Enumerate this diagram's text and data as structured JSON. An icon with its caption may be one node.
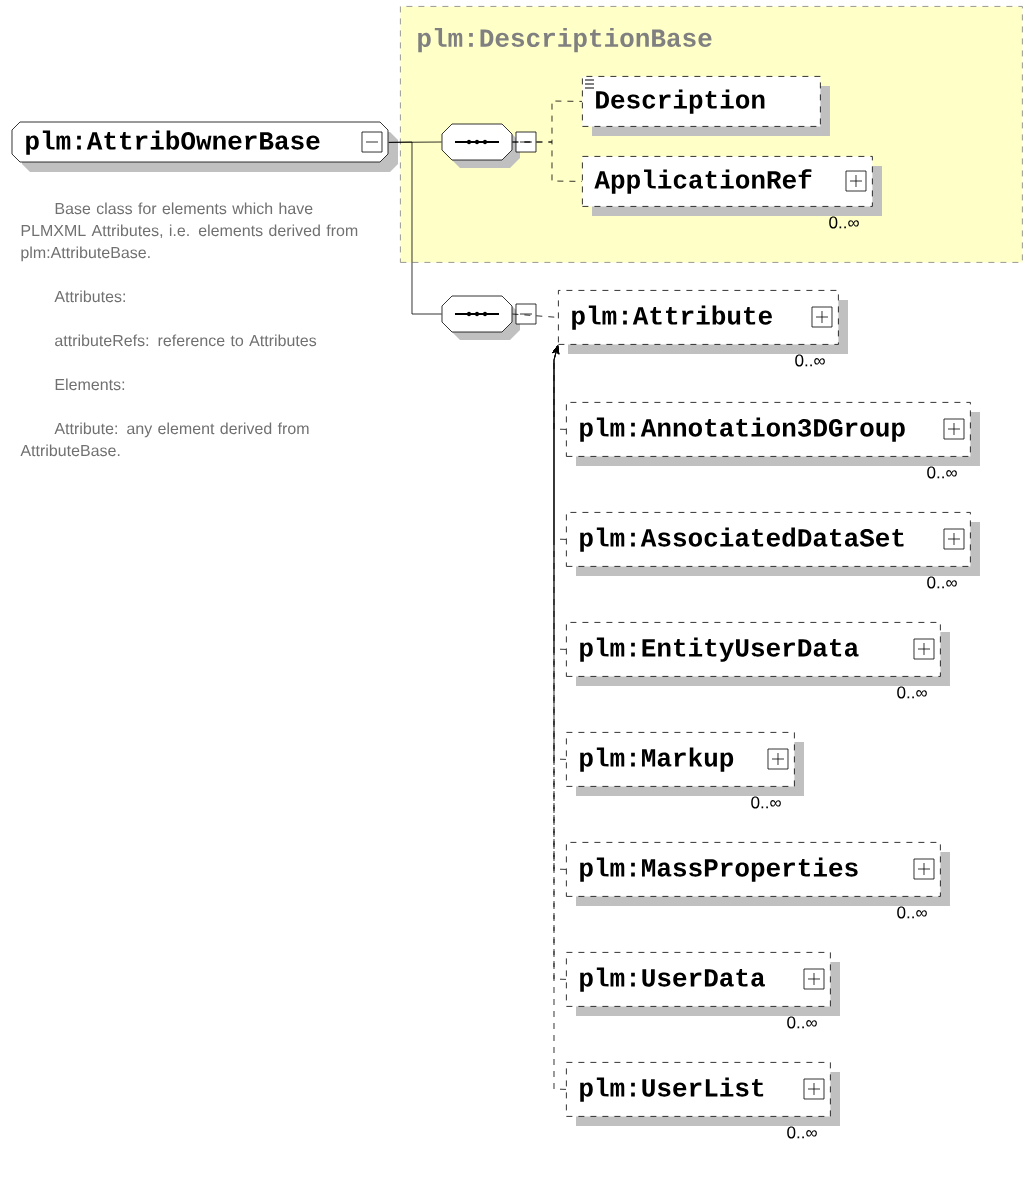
{
  "diagram": {
    "nodes": [
      {
        "text": [
          "plm:AttribOwnerBase"
        ],
        "beside": [
          "Base class for elements which have PLMXML Attributes, i.e. elements derived from plm:AttributeBase.",
          "Attributes:",
          "attributeRefs: reference to Attributes",
          "Elements:",
          "Attribute: any element derived from AttributeBase."
        ]
      },
      {
        "text": [
          "plm:DescriptionBase"
        ]
      },
      {
        "text": [],
        "shape": "octagon",
        "in": 1
      },
      {
        "text": [
          "Description"
        ],
        "in": 1
      },
      {
        "text": [
          "ApplicationRef"
        ],
        "in": 1,
        "beside": [
          "0..∞"
        ]
      },
      {
        "text": [],
        "shape": "octagon"
      },
      {
        "text": [
          "plm:Attribute"
        ],
        "beside": [
          "0..∞"
        ]
      },
      {
        "text": [
          "plm:Annotation3DGroup"
        ],
        "beside": [
          "0..∞"
        ]
      },
      {
        "text": [
          "plm:AssociatedDataSet"
        ],
        "beside": [
          "0..∞"
        ]
      },
      {
        "text": [
          "plm:EntityUserData"
        ],
        "beside": [
          "0..∞"
        ]
      },
      {
        "text": [
          "plm:Markup"
        ],
        "beside": [
          "0..∞"
        ]
      },
      {
        "text": [
          "plm:MassProperties"
        ],
        "beside": [
          "0..∞"
        ]
      },
      {
        "text": [
          "plm:UserData"
        ],
        "beside": [
          "0..∞"
        ]
      },
      {
        "text": [
          "plm:UserList"
        ],
        "beside": [
          "0..∞"
        ]
      }
    ],
    "edges": [
      {
        "from": 0,
        "to": 2,
        "arrow": "none"
      },
      {
        "from": 0,
        "to": 5,
        "arrow": "none"
      },
      {
        "from": 2,
        "to": 3,
        "arrow": "none",
        "style": "dashed"
      },
      {
        "from": 2,
        "to": 4,
        "arrow": "none",
        "style": "dashed"
      },
      {
        "from": 5,
        "to": 6,
        "arrow": "none",
        "style": "dashed"
      },
      {
        "from": 7,
        "to": 6,
        "arrow": "to",
        "style": "dashed"
      },
      {
        "from": 8,
        "to": 6,
        "arrow": "to",
        "style": "dashed"
      },
      {
        "from": 9,
        "to": 6,
        "arrow": "to",
        "style": "dashed"
      },
      {
        "from": 10,
        "to": 6,
        "arrow": "to",
        "style": "dashed"
      },
      {
        "from": 11,
        "to": 6,
        "arrow": "to",
        "style": "dashed"
      },
      {
        "from": 12,
        "to": 6,
        "arrow": "to",
        "style": "dashed"
      },
      {
        "from": 13,
        "to": 6,
        "arrow": "to",
        "style": "dashed"
      }
    ]
  }
}
